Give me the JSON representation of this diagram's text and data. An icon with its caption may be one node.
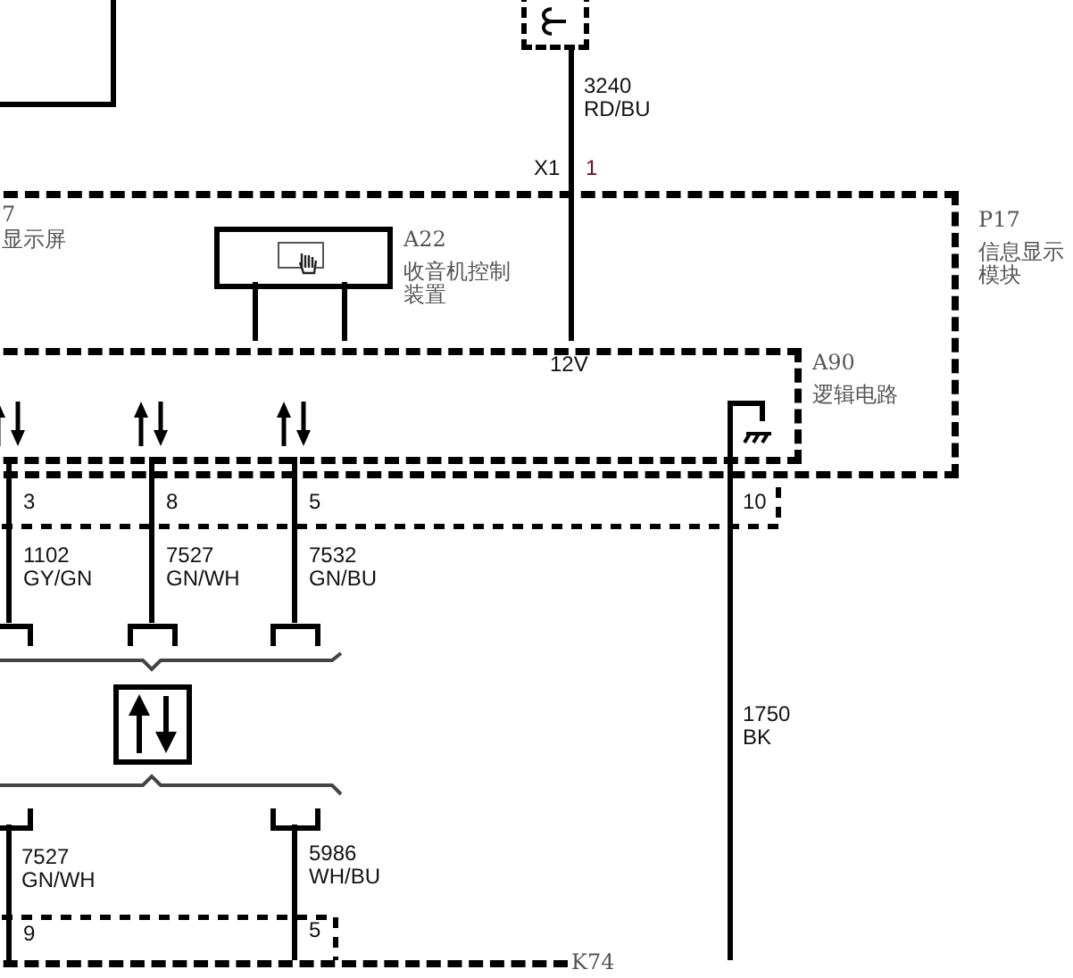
{
  "diagram": {
    "nodes": [
      {
        "text": [],
        "shape": "box"
      },
      {
        "text": [],
        "shape": "box"
      },
      {
        "text": [
          "P17",
          "信息显示模块"
        ]
      },
      {
        "text": [
          "A22",
          "收音机控制装置"
        ],
        "in": 2
      },
      {
        "text": [
          "A90",
          "逻辑电路"
        ],
        "in": 2
      },
      {
        "text": [],
        "shape": "box"
      },
      {
        "text": [
          "K74"
        ]
      }
    ],
    "edges": [
      {
        "from": 1,
        "to": 4,
        "arrow": "none",
        "label": "3240 RD/BU"
      },
      {
        "from": 3,
        "to": 4,
        "arrow": "none"
      },
      {
        "from": 3,
        "to": 4,
        "arrow": "none"
      },
      {
        "from": 4,
        "to": 5,
        "arrow": "none",
        "label": "1102 GY/GN"
      },
      {
        "from": 4,
        "to": 5,
        "arrow": "none",
        "label": "7527 GN/WH"
      },
      {
        "from": 4,
        "to": 5,
        "arrow": "none",
        "label": "7532 GN/BU"
      },
      {
        "from": 5,
        "to": 6,
        "arrow": "none",
        "label": "7527 GN/WH"
      },
      {
        "from": 5,
        "to": 6,
        "arrow": "none",
        "label": "5986 WH/BU"
      },
      {
        "from": 4,
        "to": 6,
        "arrow": "none",
        "label": "1750 BK"
      }
    ],
    "labels": [
      "7",
      "显示屏",
      "X1",
      "1",
      "12V",
      "3",
      "8",
      "5",
      "10",
      "9",
      "5"
    ]
  }
}
